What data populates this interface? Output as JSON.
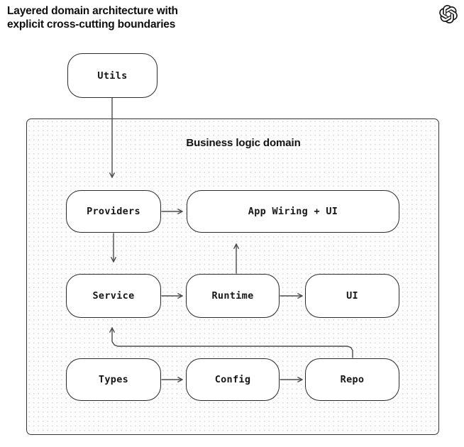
{
  "header": {
    "title_line1": "Layered domain architecture with",
    "title_line2": "explicit cross-cutting boundaries",
    "logo_icon": "openai-logo-icon"
  },
  "diagram": {
    "container_label": "Business logic domain",
    "nodes": {
      "utils": {
        "label": "Utils"
      },
      "providers": {
        "label": "Providers"
      },
      "app_wiring": {
        "label": "App Wiring + UI"
      },
      "service": {
        "label": "Service"
      },
      "runtime": {
        "label": "Runtime"
      },
      "ui": {
        "label": "UI"
      },
      "types": {
        "label": "Types"
      },
      "config": {
        "label": "Config"
      },
      "repo": {
        "label": "Repo"
      }
    },
    "edges": [
      {
        "id": "utils-to-providers",
        "from": "utils",
        "to": "providers",
        "points": [
          [
            158,
            138
          ],
          [
            158,
            250
          ]
        ]
      },
      {
        "id": "providers-to-app-wiring",
        "from": "providers",
        "to": "app_wiring",
        "points": [
          [
            228,
            298
          ],
          [
            257,
            298
          ]
        ]
      },
      {
        "id": "providers-to-service",
        "from": "providers",
        "to": "service",
        "points": [
          [
            160,
            329
          ],
          [
            160,
            369
          ]
        ]
      },
      {
        "id": "runtime-to-app-wiring",
        "from": "runtime",
        "to": "app_wiring",
        "points": [
          [
            333,
            385
          ],
          [
            333,
            344
          ]
        ]
      },
      {
        "id": "service-to-runtime",
        "from": "service",
        "to": "runtime",
        "points": [
          [
            228,
            417
          ],
          [
            257,
            417
          ]
        ]
      },
      {
        "id": "runtime-to-ui",
        "from": "runtime",
        "to": "ui",
        "points": [
          [
            395,
            417
          ],
          [
            426,
            417
          ]
        ]
      },
      {
        "id": "types-to-config",
        "from": "types",
        "to": "config",
        "points": [
          [
            228,
            535
          ],
          [
            257,
            535
          ]
        ]
      },
      {
        "id": "config-to-repo",
        "from": "config",
        "to": "repo",
        "points": [
          [
            395,
            535
          ],
          [
            426,
            535
          ]
        ]
      },
      {
        "id": "repo-to-service",
        "from": "repo",
        "to": "service",
        "points": [
          [
            497,
            504
          ],
          [
            497,
            494
          ],
          [
            494.6,
            489.8
          ],
          [
            490,
            488
          ],
          [
            166,
            488
          ],
          [
            161.3,
            486.2
          ],
          [
            158,
            481.5
          ],
          [
            158,
            462
          ]
        ]
      }
    ],
    "colors": {
      "edge_line": "#4c4c4c",
      "node_border": "#2b2b2b",
      "node_fill": "#ffffff",
      "container_fill": "#fdfdfd",
      "container_dot": "#d6d6d6",
      "text": "#141414"
    }
  }
}
